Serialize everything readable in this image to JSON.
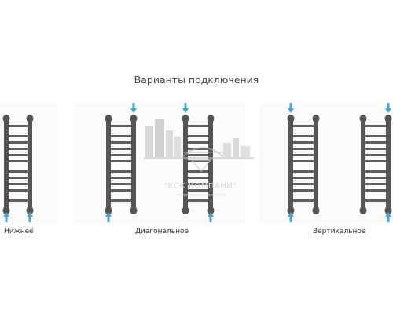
{
  "title": "Варианты подключения",
  "labels": {
    "bottom": "Нижнее",
    "diagonal": "Диагональное",
    "vertical": "Вертикальное"
  },
  "watermark": {
    "name": "\"КСК КОМПАНИ\"",
    "tagline": "строительная компания"
  },
  "colors": {
    "rail": "#555555",
    "rung": "#5f5f5f",
    "arrow": "#3aa6dc",
    "panel": "#fbfbfb"
  },
  "icons": [
    "arrow-up-icon",
    "arrow-down-icon",
    "towel-rail-icon",
    "city-logo-icon"
  ]
}
